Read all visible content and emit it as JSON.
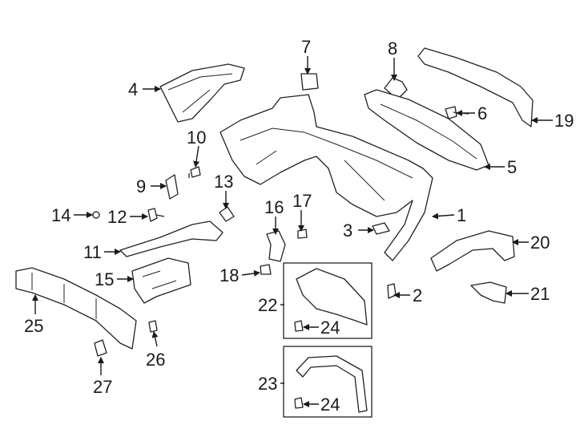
{
  "callouts": [
    "1",
    "2",
    "3",
    "4",
    "5",
    "6",
    "7",
    "8",
    "9",
    "10",
    "11",
    "12",
    "13",
    "14",
    "15",
    "16",
    "17",
    "18",
    "19",
    "20",
    "21",
    "22",
    "23",
    "24",
    "25",
    "26",
    "27"
  ],
  "colors": {
    "ink": "#1a1a1a",
    "background": "#ffffff"
  }
}
